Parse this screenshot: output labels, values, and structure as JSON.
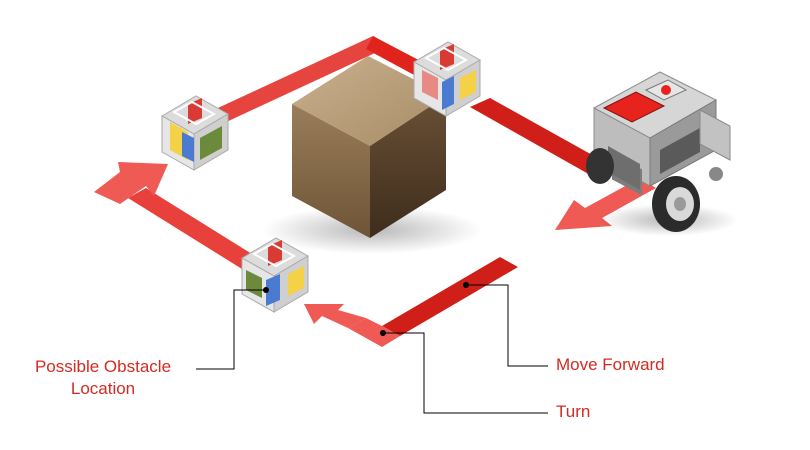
{
  "labels": {
    "obstacle_line1": "Possible Obstacle",
    "obstacle_line2": "Location",
    "move_forward": "Move Forward",
    "turn": "Turn"
  },
  "colors": {
    "path_red": "#e0241c",
    "path_light": "#f05a55",
    "label_red": "#d42a22",
    "box_top": "#b49a78",
    "box_left": "#8a6e4c",
    "box_right": "#5e4630",
    "frame_gray": "#c9c9c9",
    "robot_red": "#e8231d"
  },
  "icons": {
    "obstacle_marker": "obstacle-cube-icon",
    "robot": "lego-robot-icon",
    "central_block": "brown-box-icon"
  }
}
